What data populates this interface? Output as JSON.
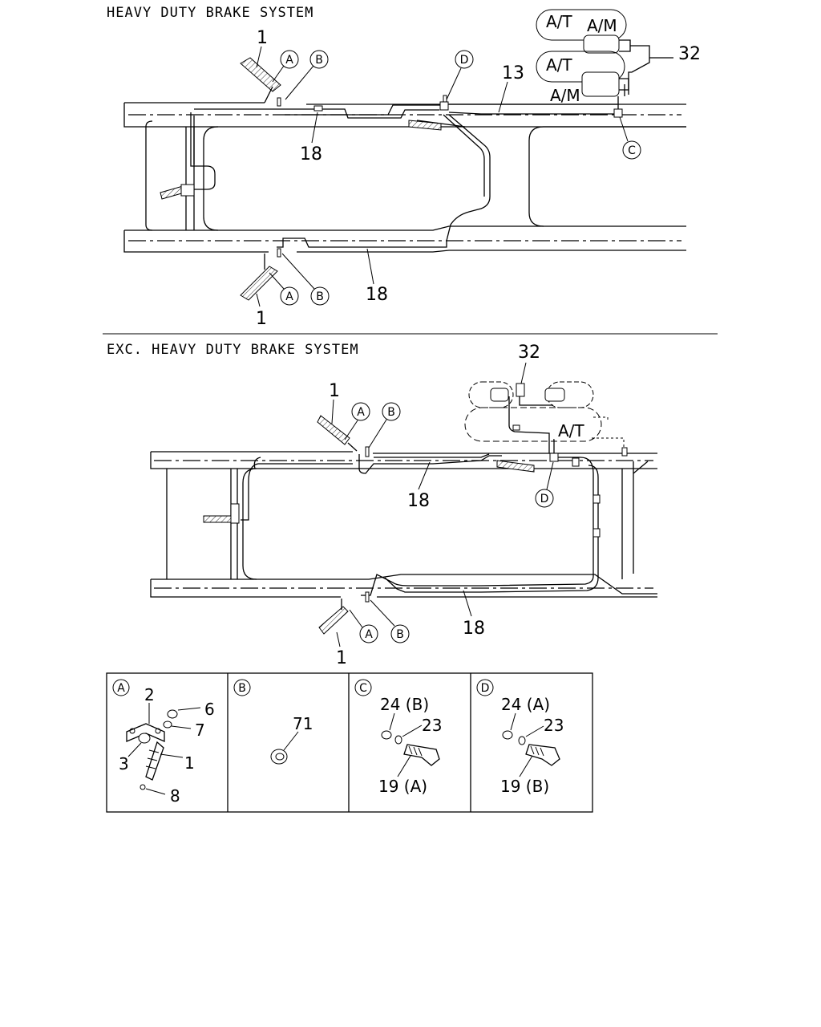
{
  "sections": {
    "heavy_title": "HEAVY DUTY BRAKE SYSTEM",
    "exc_title": "EXC. HEAVY DUTY BRAKE SYSTEM"
  },
  "callouts": {
    "A": "A",
    "B": "B",
    "C": "C",
    "D": "D"
  },
  "heavy_labels": {
    "p1_top": "1",
    "p1_bottom": "1",
    "p18_top": "18",
    "p18_bottom": "18",
    "p13": "13",
    "p32": "32",
    "at1": "A/T",
    "am1": "A/M",
    "at2": "A/T",
    "am2": "A/M"
  },
  "exc_labels": {
    "p1_top": "1",
    "p1_bottom": "1",
    "p18_top": "18",
    "p18_bottom": "18",
    "p32": "32",
    "at": "A/T"
  },
  "details": {
    "A": {
      "p2": "2",
      "p6": "6",
      "p7": "7",
      "p3": "3",
      "p1": "1",
      "p8": "8"
    },
    "B": {
      "p71": "71"
    },
    "C": {
      "p24": "24 (B)",
      "p23": "23",
      "p19": "19 (A)"
    },
    "D": {
      "p24": "24 (A)",
      "p23": "23",
      "p19": "19 (B)"
    }
  }
}
